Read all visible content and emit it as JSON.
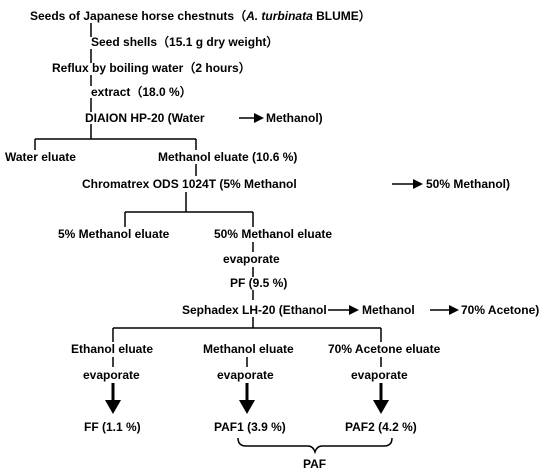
{
  "nodes": {
    "title_pre": "Seeds of Japanese horse chestnuts（",
    "title_species": "A. turbinata",
    "title_post": " BLUME）",
    "seed_shells": "Seed shells（15.1 g dry weight）",
    "reflux": "Reflux by boiling water（2 hours）",
    "extract": "extract（18.0 %）",
    "diaion_pre": "DIAION HP-20 (Water",
    "diaion_post": "Methanol)",
    "water_eluate": "Water eluate",
    "methanol_eluate": "Methanol eluate (10.6 %)",
    "chroma_pre": "Chromatrex ODS 1024T (5% Methanol",
    "chroma_post": "50% Methanol)",
    "meoh5_eluate": "5% Methanol eluate",
    "meoh50_eluate": "50% Methanol eluate",
    "evaporate": "evaporate",
    "pf": "PF (9.5 %)",
    "sephadex_pre": "Sephadex LH-20 (Ethanol",
    "sephadex_mid": "Methanol",
    "sephadex_post": "70% Acetone)",
    "ethanol_eluate": "Ethanol eluate",
    "methanol_eluate2": "Methanol eluate",
    "acetone_eluate": "70% Acetone eluate",
    "ff": "FF (1.1 %)",
    "paf1": "PAF1 (3.9 %)",
    "paf2": "PAF2 (4.2 %)",
    "paf": "PAF"
  }
}
